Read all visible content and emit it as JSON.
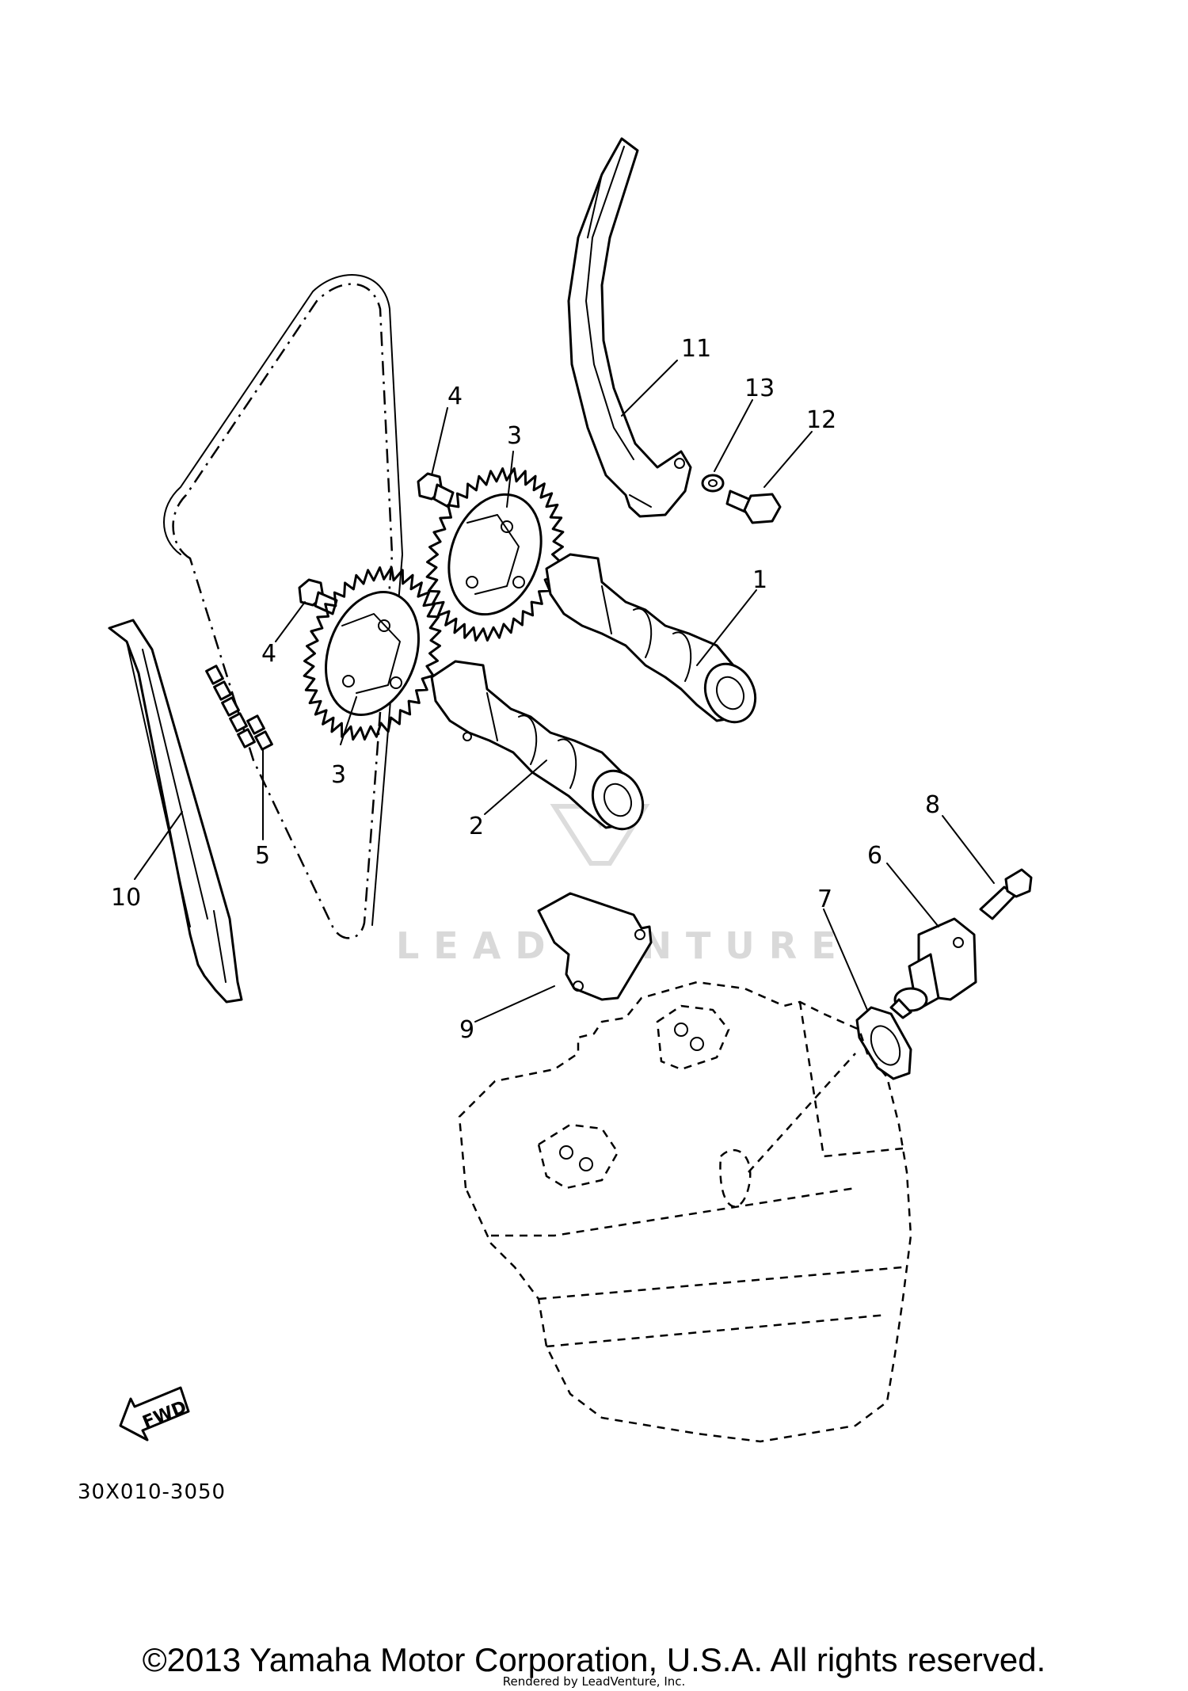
{
  "diagram": {
    "callouts": [
      {
        "id": "1",
        "text": "1"
      },
      {
        "id": "2",
        "text": "2"
      },
      {
        "id": "3a",
        "text": "3"
      },
      {
        "id": "3b",
        "text": "3"
      },
      {
        "id": "4a",
        "text": "4"
      },
      {
        "id": "4b",
        "text": "4"
      },
      {
        "id": "5",
        "text": "5"
      },
      {
        "id": "6",
        "text": "6"
      },
      {
        "id": "7",
        "text": "7"
      },
      {
        "id": "8",
        "text": "8"
      },
      {
        "id": "9",
        "text": "9"
      },
      {
        "id": "10",
        "text": "10"
      },
      {
        "id": "11",
        "text": "11"
      },
      {
        "id": "12",
        "text": "12"
      },
      {
        "id": "13",
        "text": "13"
      }
    ],
    "fwd_label": "FWD",
    "diagram_code": "30X010-3050",
    "watermark": "LEADVENTURE"
  },
  "footer": {
    "copyright": "©2013 Yamaha Motor Corporation, U.S.A. All rights reserved.",
    "rendered_by": "Rendered by LeadVenture, Inc."
  }
}
